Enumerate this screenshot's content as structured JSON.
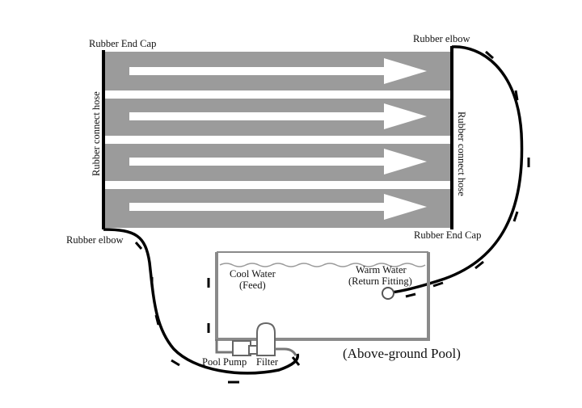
{
  "labels": {
    "top_left_end_cap": "Rubber End Cap",
    "top_right_elbow": "Rubber elbow",
    "left_connect_hose": "Rubber connect hose",
    "right_connect_hose": "Rubber connect hose",
    "bottom_left_elbow": "Rubber elbow",
    "bottom_right_end_cap": "Rubber End Cap",
    "cool_water_line1": "Cool Water",
    "cool_water_line2": "(Feed)",
    "warm_water_line1": "Warm Water",
    "warm_water_line2": "(Return Fitting)",
    "pool_pump": "Pool Pump",
    "filter": "Filter",
    "pool_caption": "(Above-ground Pool)"
  },
  "colors": {
    "panel": "#9b9b9b",
    "arrow": "#ffffff",
    "hose": "#000000",
    "pool_outline": "#8a8a8a",
    "text": "#111111"
  }
}
